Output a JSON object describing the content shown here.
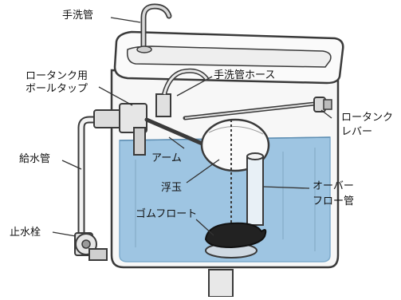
{
  "diagram": {
    "colors": {
      "water": "#9ec5e2",
      "water_edge": "#7eaccd",
      "outline": "#3a3a3a",
      "tank_fill": "#f7f7f7",
      "flapper": "#222222",
      "text": "#111111"
    },
    "labels": {
      "handwash_pipe": "手洗管",
      "handwash_hose": "手洗管ホース",
      "ball_tap": [
        "ロータンク用",
        "ボールタップ"
      ],
      "lever": [
        "ロータンク",
        "レバー"
      ],
      "supply_pipe": "給水管",
      "arm": "アーム",
      "float_ball": "浮玉",
      "overflow_pipe": [
        "オーバー",
        "フロー管"
      ],
      "rubber_float": "ゴムフロート",
      "stop_valve": "止水栓"
    }
  }
}
